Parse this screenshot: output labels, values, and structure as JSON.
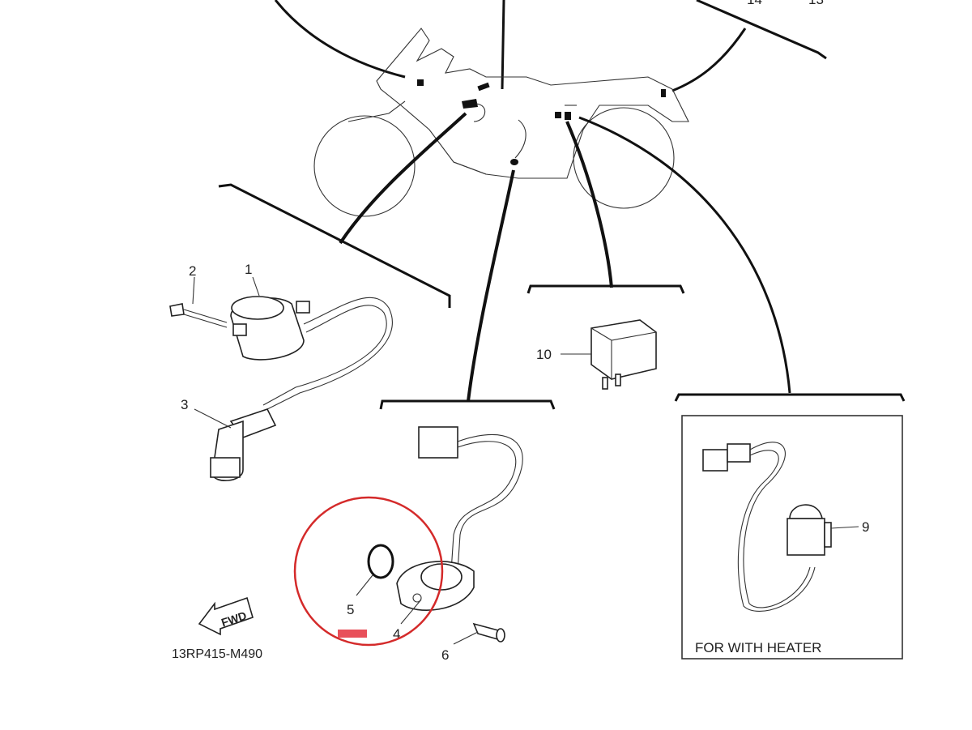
{
  "diagram": {
    "top_callouts": [
      "14",
      "13"
    ],
    "callouts": {
      "ignition_coil": "1",
      "bolt": "2",
      "spark_plug_cap": "3",
      "sensor": "4",
      "o_ring": "5",
      "screw": "6",
      "heater_relay": "9",
      "relay": "10"
    },
    "fwd_label": "FWD",
    "diagram_code": "13RP415-M490",
    "inset_label": "FOR WITH HEATER",
    "highlight_color": "#d42a2a"
  }
}
